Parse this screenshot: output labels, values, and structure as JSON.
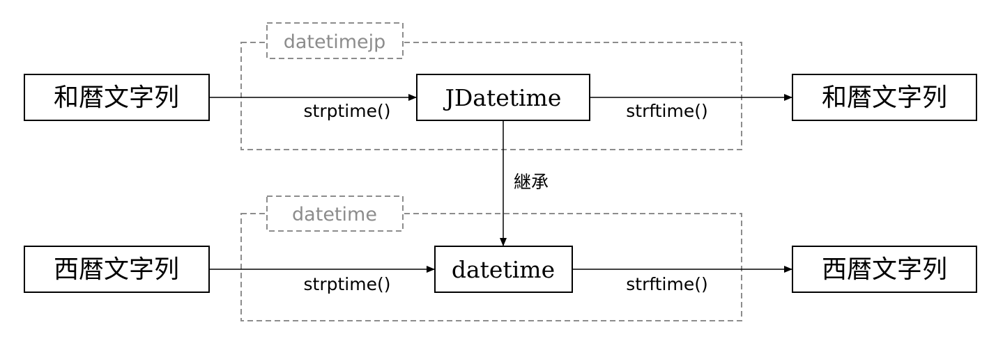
{
  "groups": {
    "datetimejp": {
      "label": "datetimejp"
    },
    "datetime": {
      "label": "datetime"
    }
  },
  "nodes": {
    "wareki_in": {
      "label": "和暦文字列"
    },
    "jdatetime": {
      "label": "JDatetime"
    },
    "wareki_out": {
      "label": "和暦文字列"
    },
    "seireki_in": {
      "label": "西暦文字列"
    },
    "datetime": {
      "label": "datetime"
    },
    "seireki_out": {
      "label": "西暦文字列"
    }
  },
  "edges": {
    "jp_strptime": {
      "label": "strptime()"
    },
    "jp_strftime": {
      "label": "strftime()"
    },
    "inherit": {
      "label": "継承"
    },
    "dt_strptime": {
      "label": "strptime()"
    },
    "dt_strftime": {
      "label": "strftime()"
    }
  },
  "colors": {
    "group_outline": "#8c8c8c",
    "box_outline": "#000000",
    "arrow": "#000000"
  }
}
